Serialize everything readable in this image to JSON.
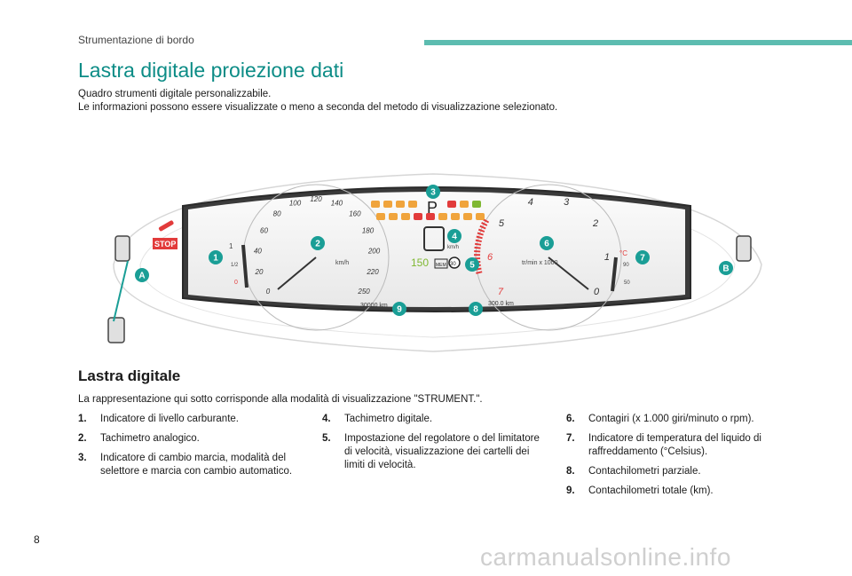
{
  "header": {
    "section": "Strumentazione di bordo",
    "accent_color": "#5cbcb0"
  },
  "title": "Lastra digitale proiezione dati",
  "intro": {
    "line1": "Quadro strumenti digitale personalizzabile.",
    "line2": "Le informazioni possono essere visualizzate o meno a seconda del metodo di visualizzazione selezionato."
  },
  "cluster": {
    "gear": "P",
    "stop": "STOP",
    "speed_unit_small": "km/h",
    "speed_unit": "km/h",
    "rpm_unit": "tr/min x 1000",
    "fuel_full": "1",
    "fuel_half": "1/2",
    "fuel_empty": "0",
    "temp_unit": "°C",
    "temp_high": "90",
    "temp_low": "50",
    "limit_speed": "150",
    "limit_sign": "30",
    "limit_mem": "MEM",
    "odo_total": "30000 km",
    "odo_trip": "300.0 km",
    "speed_ticks": [
      "0",
      "20",
      "40",
      "60",
      "80",
      "100",
      "120",
      "140",
      "160",
      "180",
      "200",
      "220",
      "250"
    ],
    "rpm_ticks": [
      "0",
      "1",
      "2",
      "3",
      "4",
      "5",
      "6",
      "7"
    ],
    "callouts": {
      "n1": "1",
      "n2": "2",
      "n3": "3",
      "n4": "4",
      "n5": "5",
      "n6": "6",
      "n7": "7",
      "n8": "8",
      "n9": "9",
      "a": "A",
      "b": "B"
    },
    "callout_color": "#1a9e96"
  },
  "digital": {
    "title": "Lastra digitale",
    "description": "La rappresentazione qui sotto corrisponde alla modalità di visualizzazione \"STRUMENT.\".",
    "items": [
      {
        "num": "1.",
        "text": "Indicatore di livello carburante."
      },
      {
        "num": "2.",
        "text": "Tachimetro analogico."
      },
      {
        "num": "3.",
        "text": "Indicatore di cambio marcia, modalità del selettore e marcia con cambio automatico."
      },
      {
        "num": "4.",
        "text": "Tachimetro digitale."
      },
      {
        "num": "5.",
        "text": "Impostazione del regolatore o del limitatore di velocità, visualizzazione dei cartelli dei limiti di velocità."
      },
      {
        "num": "6.",
        "text": "Contagiri (x 1.000 giri/minuto o rpm)."
      },
      {
        "num": "7.",
        "text": "Indicatore di temperatura del liquido di raffreddamento (°Celsius)."
      },
      {
        "num": "8.",
        "text": "Contachilometri parziale."
      },
      {
        "num": "9.",
        "text": "Contachilometri totale (km)."
      }
    ]
  },
  "footer": {
    "page": "8",
    "watermark": "carmanualsonline.info"
  }
}
